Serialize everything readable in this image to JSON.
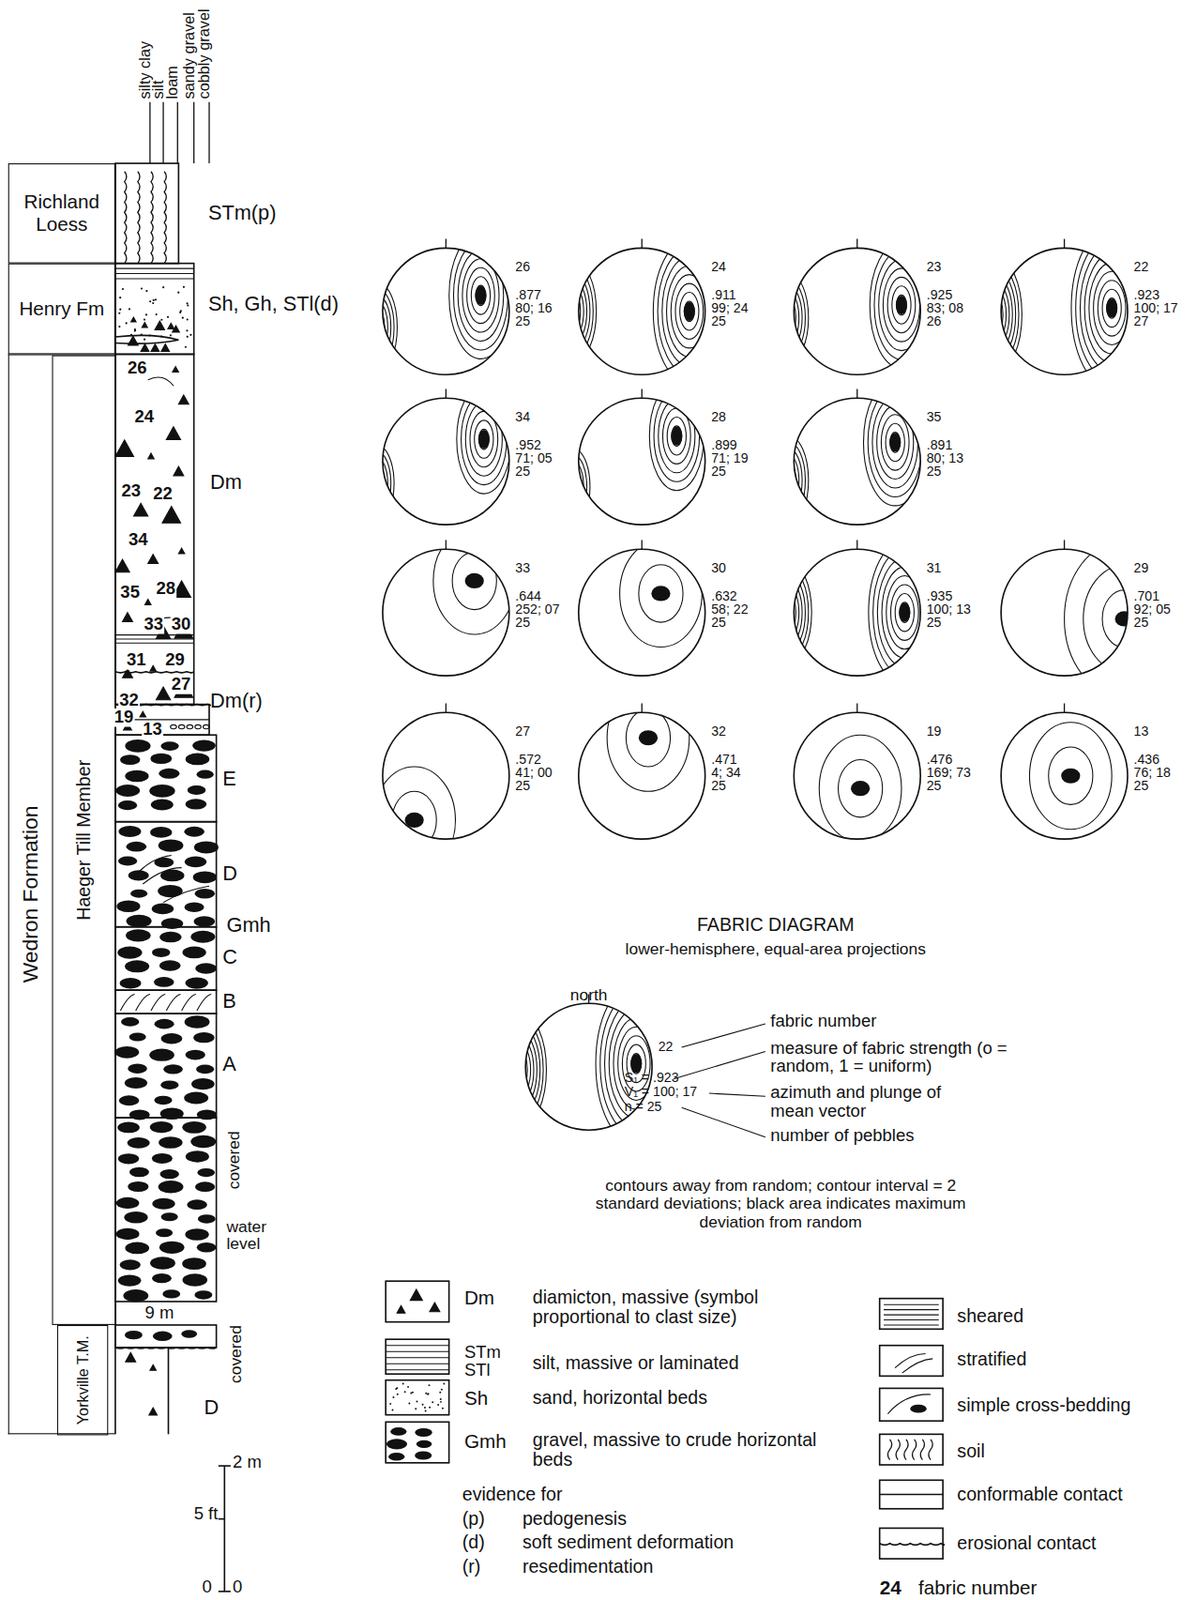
{
  "diagram": {
    "nodes": [
      {
        "text": [
          "Richland Loess"
        ]
      },
      {
        "text": [
          "Henry Fm"
        ]
      },
      {
        "text": [
          "Wedron Formation"
        ]
      },
      {
        "text": [
          "Haeger Till Member"
        ],
        "in": 2
      },
      {
        "text": [
          "Yorkville T.M."
        ],
        "in": 2
      }
    ],
    "labels": [
      "silty clay",
      "silt",
      "loam",
      "sandy gravel",
      "cobbly gravel",
      "STm(p)",
      "Sh, Gh, STl(d)",
      "Dm",
      "Dm(r)",
      "E",
      "D",
      "Gmh",
      "C",
      "B",
      "A",
      "covered",
      "water level",
      "9 m",
      "covered",
      "D",
      "26",
      "24",
      "23",
      "22",
      "34",
      "35",
      "28",
      "33",
      "30",
      "31",
      "29",
      "27",
      "32",
      "19",
      "13",
      "2 m",
      "5 ft",
      "0",
      "0",
      "26",
      ".877",
      "80; 16",
      "25",
      "24",
      ".911",
      "99; 24",
      "25",
      "23",
      ".925",
      "83; 08",
      "26",
      "22",
      ".923",
      "100; 17",
      "27",
      "34",
      ".952",
      "71; 05",
      "25",
      "28",
      ".899",
      "71; 19",
      "25",
      "35",
      ".891",
      "80; 13",
      "25",
      "33",
      ".644",
      "252; 07",
      "25",
      "30",
      ".632",
      "58; 22",
      "25",
      "31",
      ".935",
      "100; 13",
      "25",
      "29",
      ".701",
      "92; 05",
      "25",
      "27",
      ".572",
      "41; 00",
      "25",
      "32",
      ".471",
      "4; 34",
      "25",
      "19",
      ".476",
      "169; 73",
      "25",
      "13",
      ".436",
      "76; 18",
      "25",
      "FABRIC DIAGRAM",
      "lower-hemisphere, equal-area projections",
      "north",
      "22",
      "S₁ = .923",
      "V₁ = 100; 17",
      "n = 25",
      "fabric number",
      "measure of fabric strength (o = random, 1 = uniform)",
      "azimuth and plunge of mean vector",
      "number of pebbles",
      "contours away from random; contour interval = 2 standard deviations; black area indicates maximum deviation from random",
      "Dm",
      "STm",
      "STl",
      "Sh",
      "Gmh",
      "evidence for",
      "(p)",
      "pedogenesis",
      "(d)",
      "soft sediment deformation",
      "(r)",
      "resedimentation",
      "24",
      "fabric number"
    ],
    "legend": [
      {
        "text": "diamicton, massive (symbol proportional to clast size)"
      },
      {
        "text": "silt, massive or laminated"
      },
      {
        "text": "sand, horizontal beds"
      },
      {
        "text": "gravel, massive to crude horizontal beds"
      },
      {
        "text": "sheared"
      },
      {
        "text": "stratified"
      },
      {
        "text": "simple cross-bedding"
      },
      {
        "text": "soil"
      },
      {
        "text": "conformable contact"
      },
      {
        "text": "erosional contact"
      }
    ]
  }
}
